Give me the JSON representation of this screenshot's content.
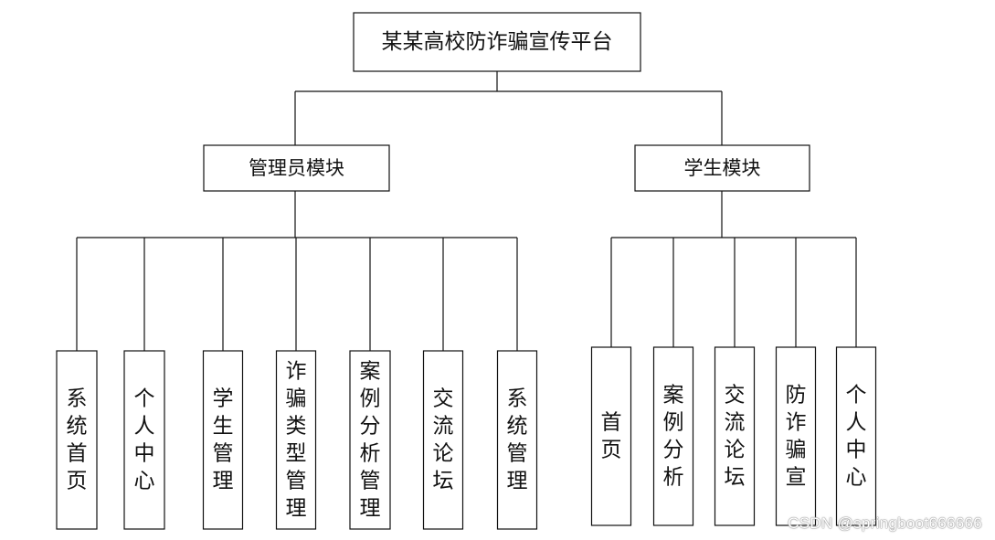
{
  "root": {
    "label": "某某高校防诈骗宣传平台"
  },
  "modules": [
    {
      "label": "管理员模块",
      "children": [
        "系统首页",
        "个人中心",
        "学生管理",
        "诈骗类型管理",
        "案例分析管理",
        "交流论坛",
        "系统管理"
      ]
    },
    {
      "label": "学生模块",
      "children": [
        "首页",
        "案例分析",
        "交流论坛",
        "防诈骗宣",
        "个人中心"
      ]
    }
  ],
  "watermark": "CSDN @springboot666666",
  "colors": {
    "line": "#111111",
    "box_border": "#111111",
    "background": "#ffffff"
  }
}
